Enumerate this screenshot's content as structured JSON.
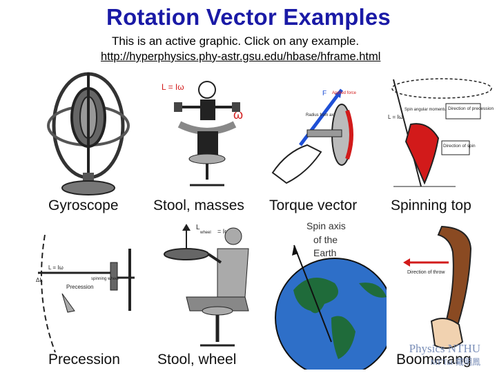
{
  "page": {
    "title": "Rotation Vector Examples",
    "subtitle": "This is an active graphic. Click on any example.",
    "url": "http://hyperphysics.phy-astr.gsu.edu/hbase/hframe.html"
  },
  "examples": [
    {
      "label": "Gyroscope"
    },
    {
      "label": "Stool, masses",
      "annot_L": "L = Iω",
      "annot_omega": "ω"
    },
    {
      "label": "Torque vector",
      "annot_F": "F",
      "annot_applied": "Applied force",
      "annot_radius": "Radius from axis"
    },
    {
      "label": "Spinning top",
      "annot_L": "L = Iω",
      "annot_spin": "Spin angular momentum",
      "annot_precession": "Direction of precession",
      "annot_dirspin": "Direction of spin"
    },
    {
      "label": "Precession",
      "annot_L": "L = Iω",
      "annot_dL": "ΔL",
      "annot_prec": "Precession",
      "annot_wheel": "spinning wheel"
    },
    {
      "label": "Stool, wheel",
      "annot_L": "L",
      "annot_wheel": "wheel",
      "annot_eq": " = Iω"
    },
    {
      "label": "Spin axis of the Earth",
      "line1": "Spin axis",
      "line2": "of the",
      "line3": "Earth"
    },
    {
      "label": "Boomerang",
      "annot_dir": "Direction of throw"
    }
  ],
  "watermark": {
    "line1": "Physics NTHU",
    "line2": "MFTai-戴明鳳"
  },
  "colors": {
    "title": "#1a1aa6",
    "red": "#d21a1a",
    "blue": "#1e4fd6",
    "earth_ocean": "#2e6fc8",
    "land": "#1f6b3a",
    "boomerang": "#8a4a22"
  }
}
